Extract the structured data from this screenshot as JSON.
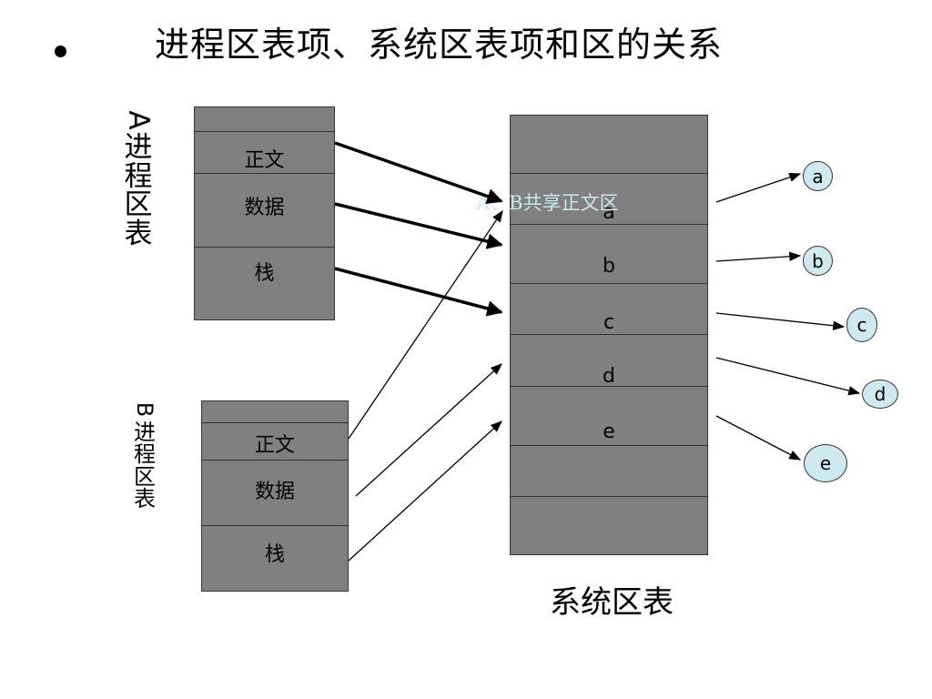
{
  "title": "进程区表项、系统区表项和区的关系",
  "a_table": {
    "label_letter": "A",
    "label_text": "进程区表",
    "rows": [
      "",
      "正文",
      "数据",
      "栈"
    ]
  },
  "b_table": {
    "label_letter": "B",
    "label_text": "进程区表",
    "rows": [
      "",
      "正文",
      "数据",
      "栈"
    ]
  },
  "system_table": {
    "title": "系统区表",
    "rows": [
      "",
      "a",
      "b",
      "c",
      "d",
      "e",
      "",
      ""
    ],
    "shared_note": "A、B共享正文区"
  },
  "regions": [
    "a",
    "b",
    "c",
    "d",
    "e"
  ],
  "colors": {
    "table_fill": "#808080",
    "region_fill": "#cfe9f1",
    "shared_note": "#c7eaf3"
  }
}
